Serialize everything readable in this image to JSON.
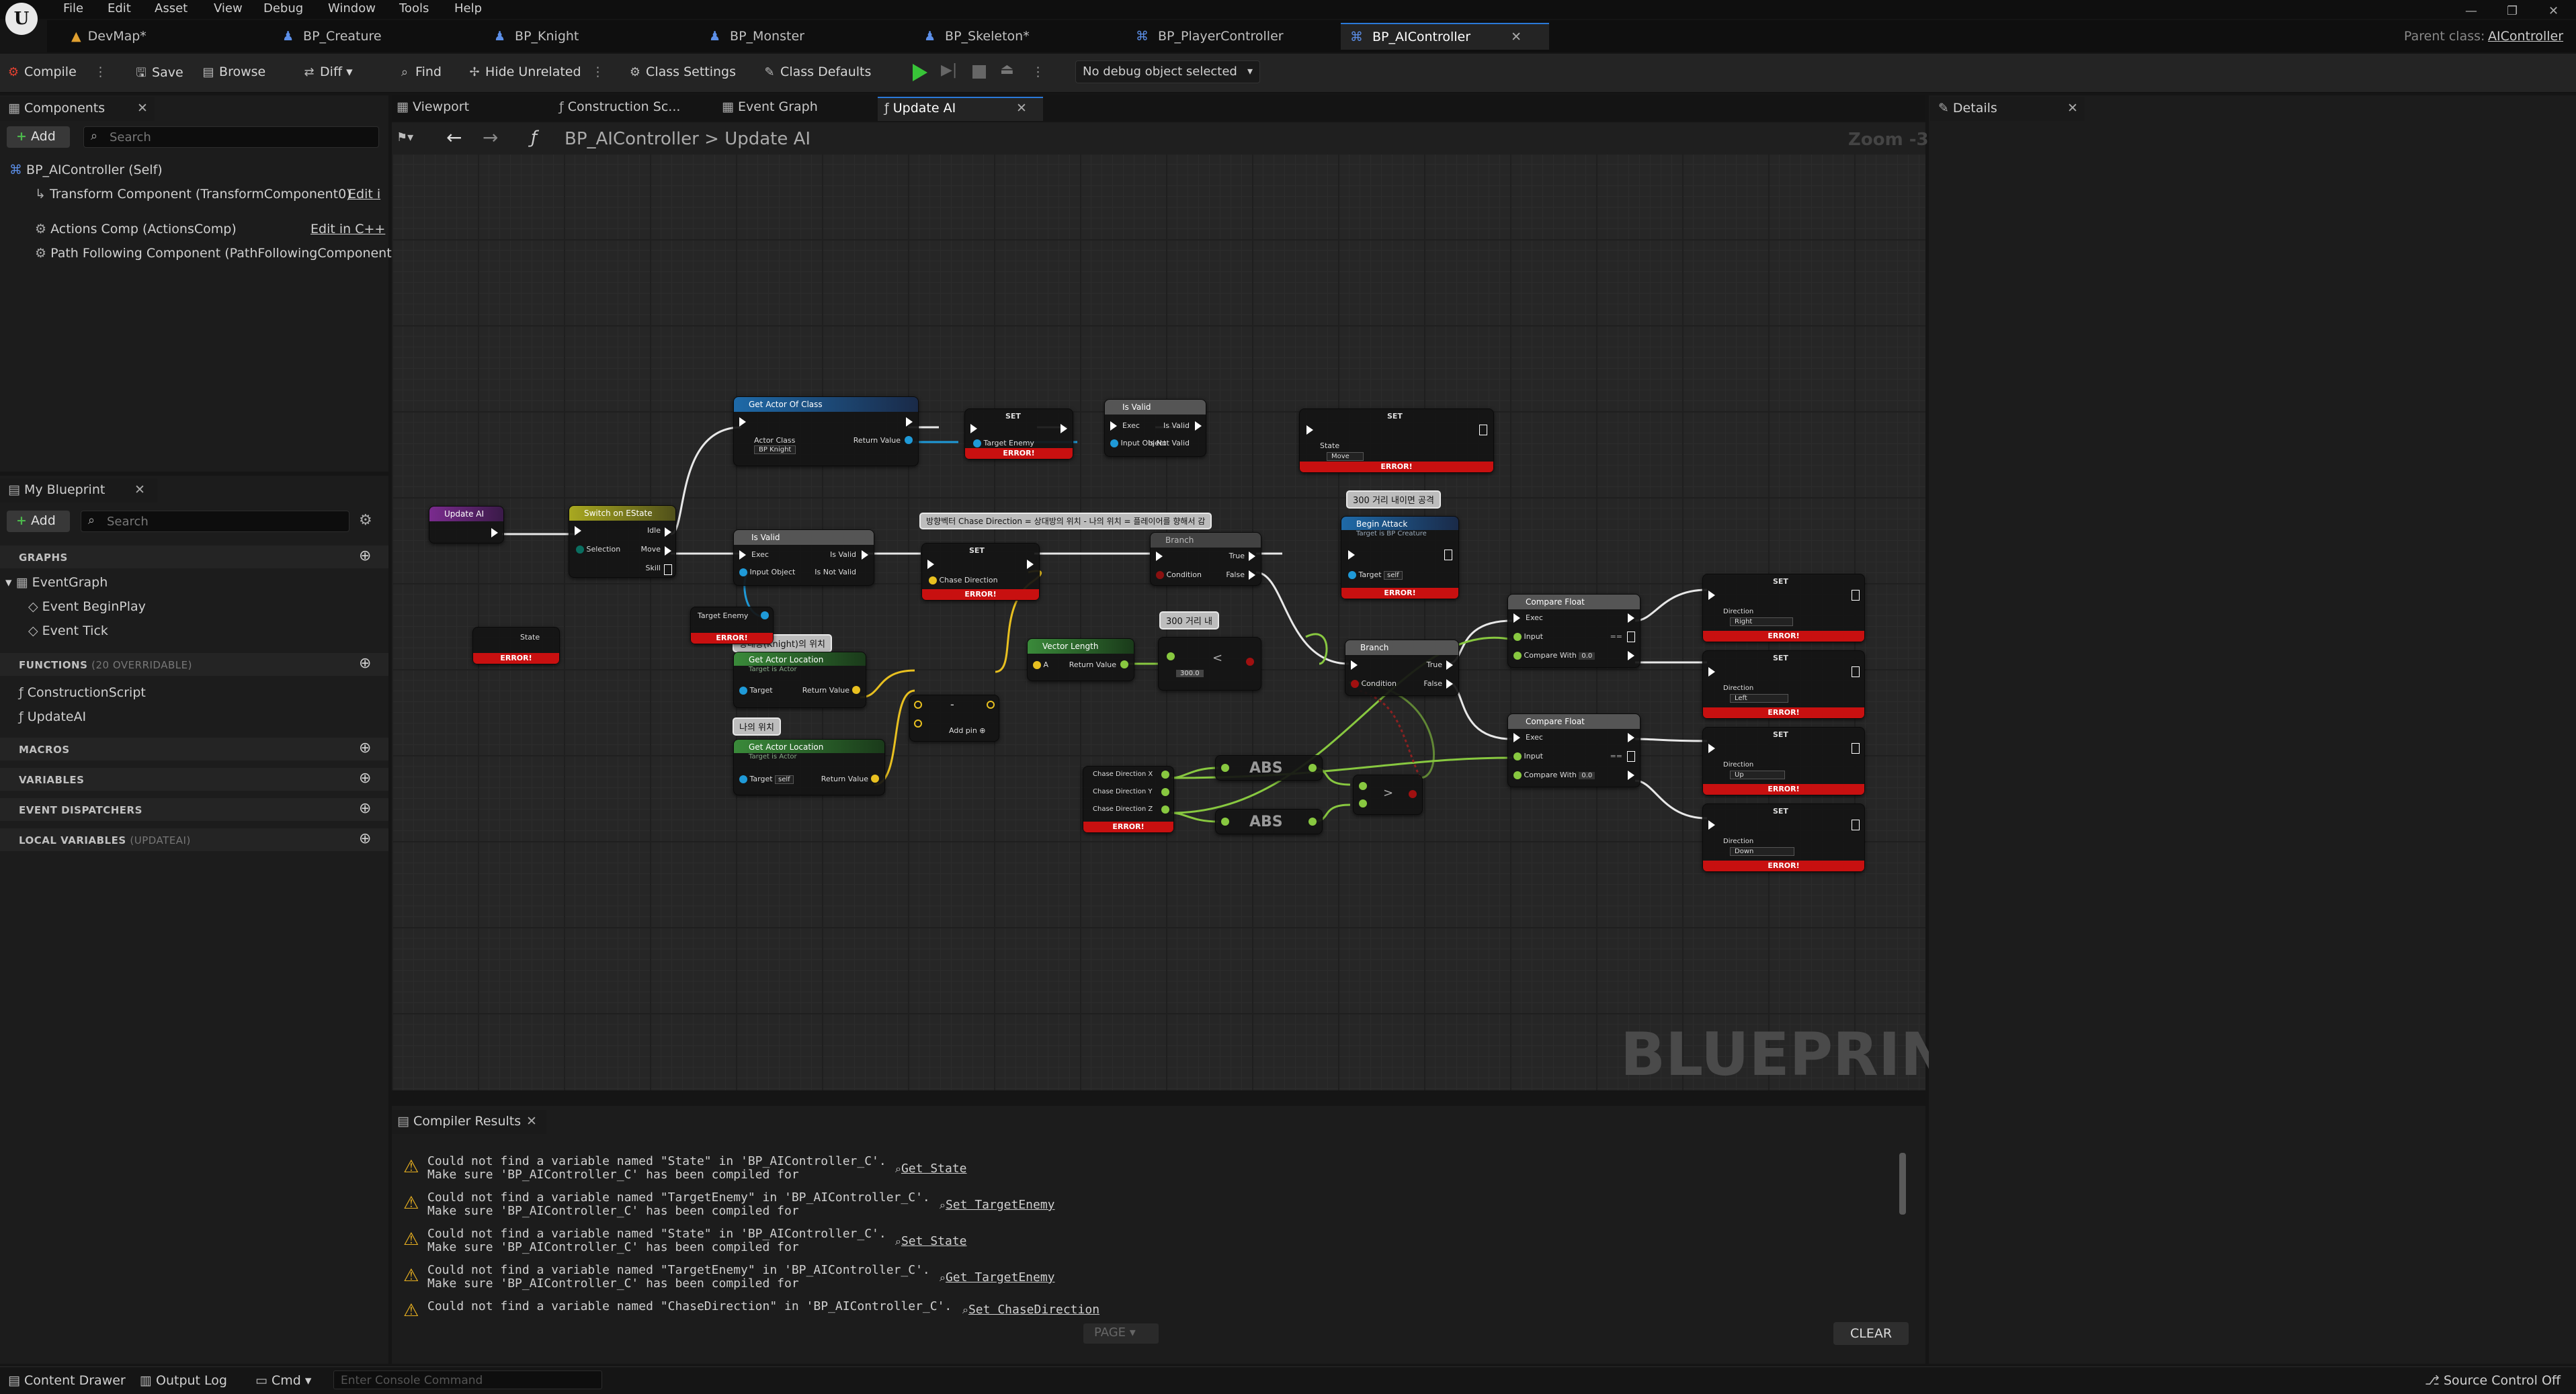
{
  "menu": [
    "File",
    "Edit",
    "Asset",
    "View",
    "Debug",
    "Window",
    "Tools",
    "Help"
  ],
  "tabs": {
    "devmap": "DevMap*",
    "creature": "BP_Creature",
    "knight": "BP_Knight",
    "monster": "BP_Monster",
    "skeleton": "BP_Skeleton*",
    "playercontroller": "BP_PlayerController",
    "aicontroller": "BP_AIController"
  },
  "parent_class_label": "Parent class:",
  "parent_class_value": "AIController",
  "toolbar": {
    "compile": "Compile",
    "save": "Save",
    "browse": "Browse",
    "diff": "Diff",
    "find": "Find",
    "hide_unrelated": "Hide Unrelated",
    "class_settings": "Class Settings",
    "class_defaults": "Class Defaults",
    "debug_object": "No debug object selected"
  },
  "components": {
    "title": "Components",
    "add": "Add",
    "search_placeholder": "Search",
    "items": [
      "BP_AIController (Self)",
      "Transform Component (TransformComponent0)",
      "Actions Comp (ActionsComp)",
      "Path Following Component (PathFollowingComponent"
    ],
    "edit_in": "Edit i",
    "edit_in_cpp": "Edit in C++"
  },
  "my_blueprint": {
    "title": "My Blueprint",
    "add": "Add",
    "search_placeholder": "Search",
    "graphs_label": "GRAPHS",
    "event_graph": "EventGraph",
    "event_begin_play": "Event BeginPlay",
    "event_tick": "Event Tick",
    "functions_label": "FUNCTIONS",
    "functions_count": "(20 OVERRIDABLE)",
    "construction_script": "ConstructionScript",
    "update_ai": "UpdateAI",
    "macros_label": "MACROS",
    "variables_label": "VARIABLES",
    "event_dispatchers_label": "EVENT DISPATCHERS",
    "local_variables_label": "LOCAL VARIABLES",
    "local_variables_scope": "(UPDATEAI)"
  },
  "editor_tabs": {
    "viewport": "Viewport",
    "construction": "Construction Sc...",
    "event_graph": "Event Graph",
    "update_ai": "Update AI"
  },
  "breadcrumb": {
    "root": "BP_AIController",
    "separator": ">",
    "current": "Update AI"
  },
  "zoom": "Zoom -3",
  "watermark": "BLUEPRINT",
  "details": {
    "title": "Details"
  },
  "graph": {
    "update_ai": "Update AI",
    "switch": "Switch on EState",
    "switch_idle": "Idle",
    "switch_selection": "Selection",
    "switch_move": "Move",
    "switch_skill": "Skill",
    "state": "State",
    "error": "ERROR!",
    "get_actor_of_class": "Get Actor Of Class",
    "actor_class": "Actor Class",
    "bp_knight": "BP Knight",
    "return_value": "Return Value",
    "set": "SET",
    "target_enemy": "Target Enemy",
    "is_valid": "Is Valid",
    "exec": "Exec",
    "input_object": "Input Object",
    "is_not_valid": "Is Not Valid",
    "move": "Move",
    "comment_dir": "방향벡터 Chase Direction = 상대방의 위치 - 나의 위치 = 플레이어를 향해서 감",
    "comment_300": "300 거리 내이면 공격",
    "comment_300b": "300 거리 내",
    "comment_enemy_pos": "상대방(Knight)의 위치",
    "comment_my_pos": "나의 위치",
    "chase_direction": "Chase Direction",
    "branch": "Branch",
    "condition": "Condition",
    "true": "True",
    "false": "False",
    "begin_attack": "Begin Attack",
    "begin_attack_sub": "Target is BP Creature",
    "target": "Target",
    "self": "self",
    "vector_length": "Vector Length",
    "a": "A",
    "value_300": "300.0",
    "get_actor_location": "Get Actor Location",
    "target_is_actor": "Target is Actor",
    "add_pin": "Add pin",
    "chase_x": "Chase Direction X",
    "chase_y": "Chase Direction Y",
    "chase_z": "Chase Direction Z",
    "abs": "ABS",
    "compare_float": "Compare Float",
    "input": "Input",
    "compare_with": "Compare With",
    "val_0": "0.0",
    "direction": "Direction",
    "right": "Right",
    "left": "Left",
    "up": "Up",
    "down": "Down"
  },
  "compiler": {
    "title": "Compiler Results",
    "messages": [
      {
        "l1": "Could not find a variable named \"State\" in 'BP_AIController_C'.",
        "l2": "Make sure 'BP_AIController_C' has been compiled for",
        "link": "Get State"
      },
      {
        "l1": "Could not find a variable named \"TargetEnemy\" in 'BP_AIController_C'.",
        "l2": "Make sure 'BP_AIController_C' has been compiled for",
        "link": "Set TargetEnemy"
      },
      {
        "l1": "Could not find a variable named \"State\" in 'BP_AIController_C'.",
        "l2": "Make sure 'BP_AIController_C' has been compiled for",
        "link": "Set State"
      },
      {
        "l1": "Could not find a variable named \"TargetEnemy\" in 'BP_AIController_C'.",
        "l2": "Make sure 'BP_AIController_C' has been compiled for",
        "link": "Get TargetEnemy"
      },
      {
        "l1": "Could not find a variable named \"ChaseDirection\" in 'BP_AIController_C'.",
        "l2": "",
        "link": "Set ChaseDirection"
      }
    ],
    "page": "PAGE",
    "clear": "CLEAR"
  },
  "statusbar": {
    "content_drawer": "Content Drawer",
    "output_log": "Output Log",
    "cmd": "Cmd",
    "console_placeholder": "Enter Console Command",
    "source_control": "Source Control Off"
  }
}
